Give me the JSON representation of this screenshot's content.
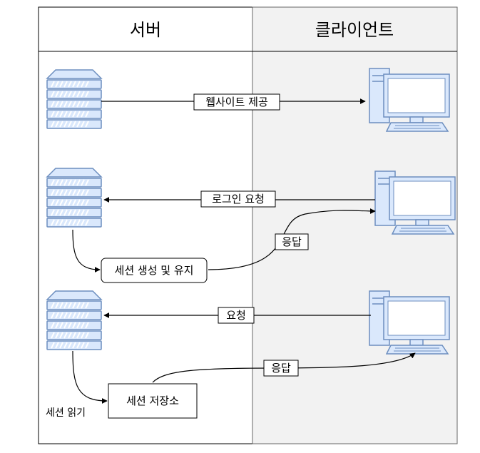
{
  "columns": {
    "server": "서버",
    "client": "클라이언트"
  },
  "flows": {
    "website": "웹사이트 제공",
    "login_request": "로그인 요청",
    "response_1": "응답",
    "session_create": "세션 생성 및 유지",
    "request": "요청",
    "response_2": "응답",
    "session_store": "세션 저장소",
    "session_read": "세션 읽기"
  },
  "icons": {
    "server": "server-rack-icon",
    "client": "desktop-computer-icon"
  },
  "colors": {
    "server_fill": "#dae8fc",
    "server_stroke": "#6c8ebf",
    "client_bg": "#f2f2f2",
    "lane_border": "#666666"
  }
}
